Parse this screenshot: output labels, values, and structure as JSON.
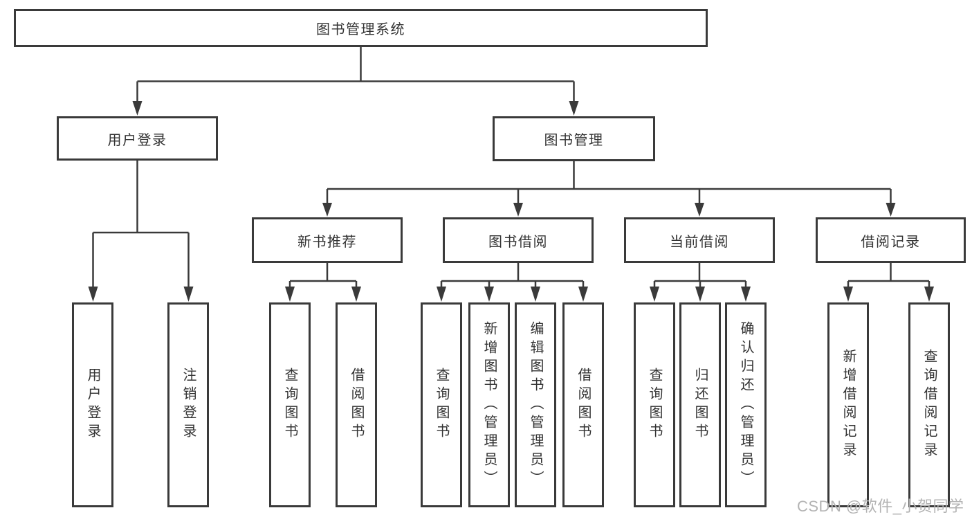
{
  "colors": {
    "line": "#3a3a3a",
    "text": "#333333",
    "background": "#ffffff",
    "watermark": "#b3b3b3"
  },
  "diagram": {
    "root": {
      "label": "图书管理系统"
    },
    "level2": [
      {
        "label": "用户登录"
      },
      {
        "label": "图书管理"
      }
    ],
    "level3": [
      {
        "label": "新书推荐",
        "parent": "图书管理"
      },
      {
        "label": "图书借阅",
        "parent": "图书管理"
      },
      {
        "label": "当前借阅",
        "parent": "图书管理"
      },
      {
        "label": "借阅记录",
        "parent": "图书管理"
      }
    ],
    "leaves": [
      {
        "group": "用户登录",
        "label": "用户登录"
      },
      {
        "group": "用户登录",
        "label": "注销登录"
      },
      {
        "group": "新书推荐",
        "label": "查询图书"
      },
      {
        "group": "新书推荐",
        "label": "借阅图书"
      },
      {
        "group": "图书借阅",
        "label": "查询图书"
      },
      {
        "group": "图书借阅",
        "label": "新增图书（管理员）"
      },
      {
        "group": "图书借阅",
        "label": "编辑图书（管理员）"
      },
      {
        "group": "图书借阅",
        "label": "借阅图书"
      },
      {
        "group": "当前借阅",
        "label": "查询图书"
      },
      {
        "group": "当前借阅",
        "label": "归还图书"
      },
      {
        "group": "当前借阅",
        "label": "确认归还（管理员）"
      },
      {
        "group": "借阅记录",
        "label": "新增借阅记录"
      },
      {
        "group": "借阅记录",
        "label": "查询借阅记录"
      }
    ]
  },
  "watermark": {
    "text": "CSDN @软件_小贺同学"
  }
}
